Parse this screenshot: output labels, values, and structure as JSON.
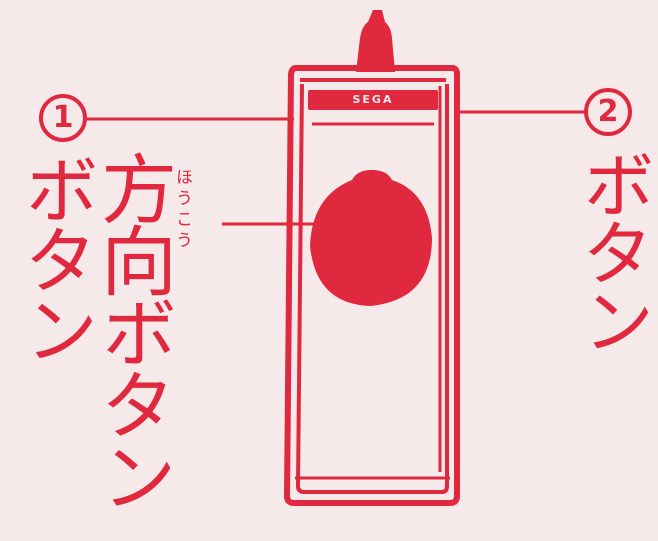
{
  "colors": {
    "background": "#f6e9ea",
    "ink": "#e0283e"
  },
  "controller": {
    "brand_label": "SEGA"
  },
  "labels": {
    "button1_number": "1",
    "button1_text": "ボタン",
    "dpad_text": "方向ボタン",
    "dpad_furigana": "ほうこう",
    "button2_number": "2",
    "button2_text": "ボタン"
  }
}
